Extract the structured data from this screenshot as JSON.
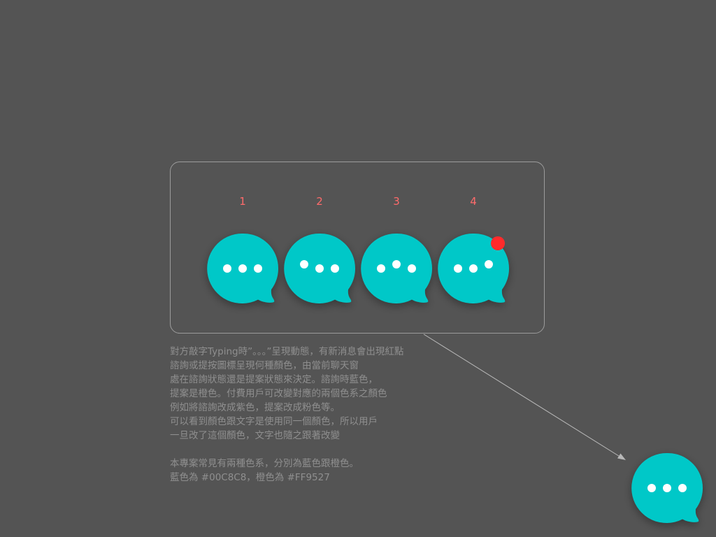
{
  "colors": {
    "background": "#545454",
    "bubble": "#00C8C8",
    "dot": "#FFFFFF",
    "badge": "#FF2B2B",
    "label": "#FF6B6B",
    "text": "#8F8F8F",
    "frame_border": "#9C9C9C"
  },
  "typing_states": [
    {
      "label": "1",
      "raised_dot": "none",
      "has_badge": false
    },
    {
      "label": "2",
      "raised_dot": "left",
      "has_badge": false
    },
    {
      "label": "3",
      "raised_dot": "middle",
      "has_badge": false
    },
    {
      "label": "4",
      "raised_dot": "right",
      "has_badge": true
    }
  ],
  "description": {
    "lines": [
      "對方敲字Typing時”。。。”呈現動態，有新消息會出現紅點",
      "諮詢或提按圖標呈現何種顏色，由當前聊天窗",
      "處在諮詢狀態還是提案狀態來決定。諮詢時藍色，",
      "提案是橙色。付費用戶可改變對應的兩個色系之顏色",
      "例如將諮詢改成紫色，提案改成粉色等。",
      "可以看到顏色跟文字是使用同一個顏色，所以用戶",
      "一旦改了這個顏色，文字也隨之跟著改變",
      "",
      "本專案常見有兩種色系，分別為藍色跟橙色。",
      "藍色為 #00C8C8，橙色為 #FF9527"
    ]
  },
  "icons": {
    "bubble": "chat-bubble-typing-icon",
    "badge": "notification-dot-icon"
  }
}
